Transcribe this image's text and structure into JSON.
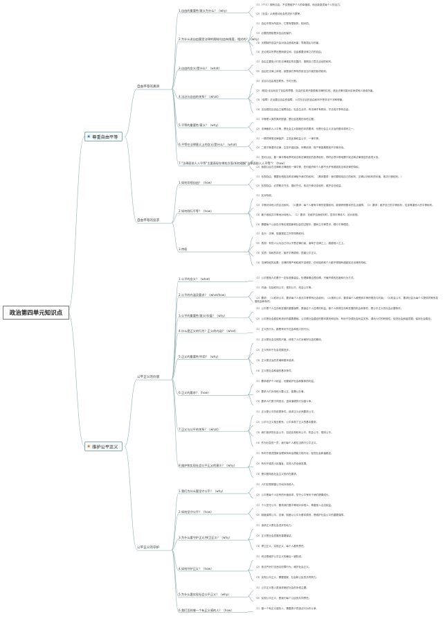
{
  "root": "政治第四单元知识点",
  "branches": [
    {
      "title": "尊重自由平等",
      "icon": "star-icon",
      "sections": [
        {
          "title": "自由平等的真谛",
          "questions": [
            {
              "q": "1.自由的重要性/意义为什么？（why）",
              "a": [
                "（1）（个人）拥有自由，不仅是维护个人的幸福感，而且能激发每个人的活力。",
                "（2）（社会）从而推动社会的进步与繁荣。"
              ]
            },
            {
              "q": "2.为什么说自由要受法律的限制/自由有限度，相对的？（why）",
              "a": [
                "（1）自由不是为所欲为，它是有限制的，相对的。",
                "（2）必要的限制是对自由的保护。",
                "（3）无限制的自由只会对自由造成危害，导致混乱与伤害。",
                "（4）无论现实世界还是网络空间，自由都要法律之内的自由。"
              ]
            },
            {
              "q": "3.自由的含义/是什么？（what）",
              "a": [
                "（1）自由主要指人们在法律规定的范围内，按照自己意志活动的权利。",
                "（2）自由在法律上体现，就是我们享有的依法当行使的各项权利。"
              ]
            },
            {
              "q": "4.法治与自由的关系？（what）",
              "a": [
                "（1）法治与自由相互联系，不可分割。",
                "（2）(规定)法治标定了自由的界限。自由的实现不能脱离法律的红线，违反法律可能对自身或他人造成伤害。",
                "（3）（保障）法治要且自由的保障。人们在法治的自由权利不受非法干涉和侵害。",
                "（4）法治规范且自由之保障自由，社会生活中，有法律才有秩序，守法成才享有自由。"
              ]
            },
            {
              "q": "5.平等的重要性/意义？（why）",
              "a": [
                "（1）平等是人类的美好愿望，是社会发展的永恒主题。",
                "（2）法律面前人人平等，是社会主义制度的本质要求，也是社会主义法治的基本原则之一。"
              ]
            },
            {
              "q": "6.平等在法律意义上的含义/是什么？（what）",
              "a": [
                "（1）一是同等受法律保护，主张民事权益公平，一律平等。",
                "（2）二是平等遵守法律，主张不因民族、宗教信仰、财产等因素受到不平等对待。"
              ]
            },
            {
              "q": "7.\"法律面前人人平等\"主要表现在哪些方面/如何理解\"法律面前人人平等\"？（how）",
              "a": [
                "（1）任何公民，都一律平等地享有宪法和法律规定的各项权利，同时必须平等地履行宪法和法律规定的各项义务。",
                "（2）我国公民在法律和法律面前一律平等，任何组织和个人都不允许有超越宪法和法律的特权。"
              ]
            }
          ]
        },
        {
          "title": "自由平等的追求",
          "questions": [
            {
              "q": "1.如何珍视自由？（how）",
              "a": [
                "（1）珍视自由，需要珍惜宪法和法律赋予我们的权利。（具体要求：我们要知晓自己的权利，正确认识权利的价值，依法行使权利。）",
                "（2）珍视自由，必须敬法守法、遵纪守法，依法行使法定权利，维护合法权益。"
              ]
            },
            {
              "q": "2.如何践行平等？（how）",
              "a": [
                "（1）反对特权。",
                "（2）平等对待他人的合法权利。（1)要求：每个人都有平等的发展权利，能够获得基本的生活保障。（2）要求：维护自己的平等权利，应该尊重他人的平等权利。",
                "（3）敢于维权并平等地对待他人。（1）要求：在维护自身权利时，坚持平等待人，反对歧视。",
                "（4）需要每个公民在平等实现国家和社会的过程中，要树立平等意识，践行平等理念。"
              ]
            },
            {
              "q": "3.特权",
              "a": [
                "（1）含义：法律、制度规定之外的特殊权利。",
                "（2）表现：有的人认为自己可以不受法律约束，凌驾于法律之上，超越他人之上。",
                "（3）实质：特权的存在，破坏平等原则，损害公平正义。",
                "（4）法律特权的后果：法律的尊严和权威不容侵犯，任何组织和个人都不得拥有超越宪法法律的特权。"
              ]
            }
          ]
        }
      ]
    },
    {
      "title": "维护公平正义",
      "icon": "star-icon",
      "sections": [
        {
          "title": "公平正义的价值",
          "questions": [
            {
              "q": "1.公平的含义？（what）",
              "a": [
                "（1）公平是指人们基于一定标准衡量后，处理事情合理合情，不偏不倚的态度和行为方式。"
              ]
            },
            {
              "q": "2.公平的内涵及要求？（what/how）",
              "a": [
                "（1）内涵：包括权利公平、规则公平、机会公平等。",
                "（2）要求：（1)权利公平，要求每个人依法平等享有社会权利；（2)规则公平，要求每个人都受到平等的规范与约束；（3)机会公平，要求社会为每个人提供同等的发展机会和条件。"
              ]
            },
            {
              "q": "3.公平的重要性/意义/价值？（why）",
              "a": [
                "（1）公平是个人生存和发展的重要保障，是保证个人应得的利益，使个人获得生存和发展的机会和条件；是公平正义的社会必要条件。",
                "（2）公平是社会稳定和进步的重要基础。公平是社会建设的基本原则和目标，有利于协调社会利益关系，调动人们的积极性，促进社会和谐发展；保持社会稳定。"
              ]
            },
            {
              "q": "4.什么是正义的行为？正义的内涵？（what）",
              "a": [
                "（1）正义的行为，都是有利于社会和他人的行为。"
              ]
            },
            {
              "q": "5.正义的重要性/作用？（why）",
              "a": [
                "（1）正义是社会文明的尺度，体现了人们对美好社会的期待。",
                "（2）正义有利于社会发展进步。",
                "（3）正义是法治的灵魂和基本追求。",
                "（4）正义是社会和谐的基本条件。"
              ]
            },
            {
              "q": "6.正义的要求？（how）",
              "a": [
                "（1）要求维护个人权益，也要维护社会和集体的利益。",
                "（2）要求人们对待他人要公正，能秉公办事。",
                "（3）要求人们勇于同违法、违背道德的行为做斗争。"
              ]
            },
            {
              "q": "7.正义与公平的关系？（what）",
              "a": [
                "（1）正义是公平的前提条件，追求正义必然要求公平。",
                "（2）公平与正义相互联系，公平体现了正义的基本要求。",
                "（3）我们追求的社会公平，包括实现权利公平、机会公平、规则公平。",
                "（4）作为社会的一员，我们每个人都应当践行公平正义。"
              ]
            },
            {
              "q": "8.维护和实现社会公平正义的意义？（why）",
              "a": [
                "（1）有利于推进国家治理体系和治理能力现代化，促进社会和谐稳定。",
                "（2）有利于增进人民福祉，实现人的全面发展。",
                "（3）是中国特色社会主义的内在要求。"
              ]
            }
          ]
        },
        {
          "title": "公平正义的守护",
          "questions": [
            {
              "q": "1.我们为什么要坚守公平？（why）",
              "a": [
                "（1）人们总是期望公平地对待他人。",
                "（2）公平是每个人应有的价值追求，坚守公平有利于我们健康成长。"
              ]
            },
            {
              "q": "2.如何坚守公平？（how）",
              "a": [
                "（1）个人坚守公平，要求我们要平等地对待他人，尊重他人合法权益。",
                "（2）制度保障公平，法律、制度以公平为基本原则，是维护社会公平的重要保障。"
              ]
            },
            {
              "q": "3.为什么要守护正义/捍卫正义？（why）",
              "a": [
                "（1）追求正义是社会进步的动力。",
                "（2）正义是社会发展的重要保证。",
                "（3）捍卫正义，实现正义，每个人都有责任。"
              ]
            },
            {
              "q": "4.如何守护正义？（how）",
              "a": [
                "（1）司法是维护公平正义的最后一道防线。",
                "（2）依法严厉打击违法犯罪行为，维护社会正义。",
                "（3）实现公平正义，需要国家、社会和公民的共同努力。"
              ]
            },
            {
              "q": "5.为什么要实现社会公平正义？（why）",
              "a": [
                "（1）公平正义是人类追求美好社会的永恒主题。",
                "（2）实现公平正义，是我们每个公民的共同责任。"
              ]
            },
            {
              "q": "6.我们怎样做一个有正义感的人？（how）",
              "a": [
                "（1）做一个有正义感的人，需要勇于同违法行为作斗争。"
              ]
            }
          ]
        }
      ]
    }
  ],
  "colors": {
    "line": "#8fb0b5",
    "branch_bg": "#f6fbfb",
    "root_border": "#777777"
  }
}
